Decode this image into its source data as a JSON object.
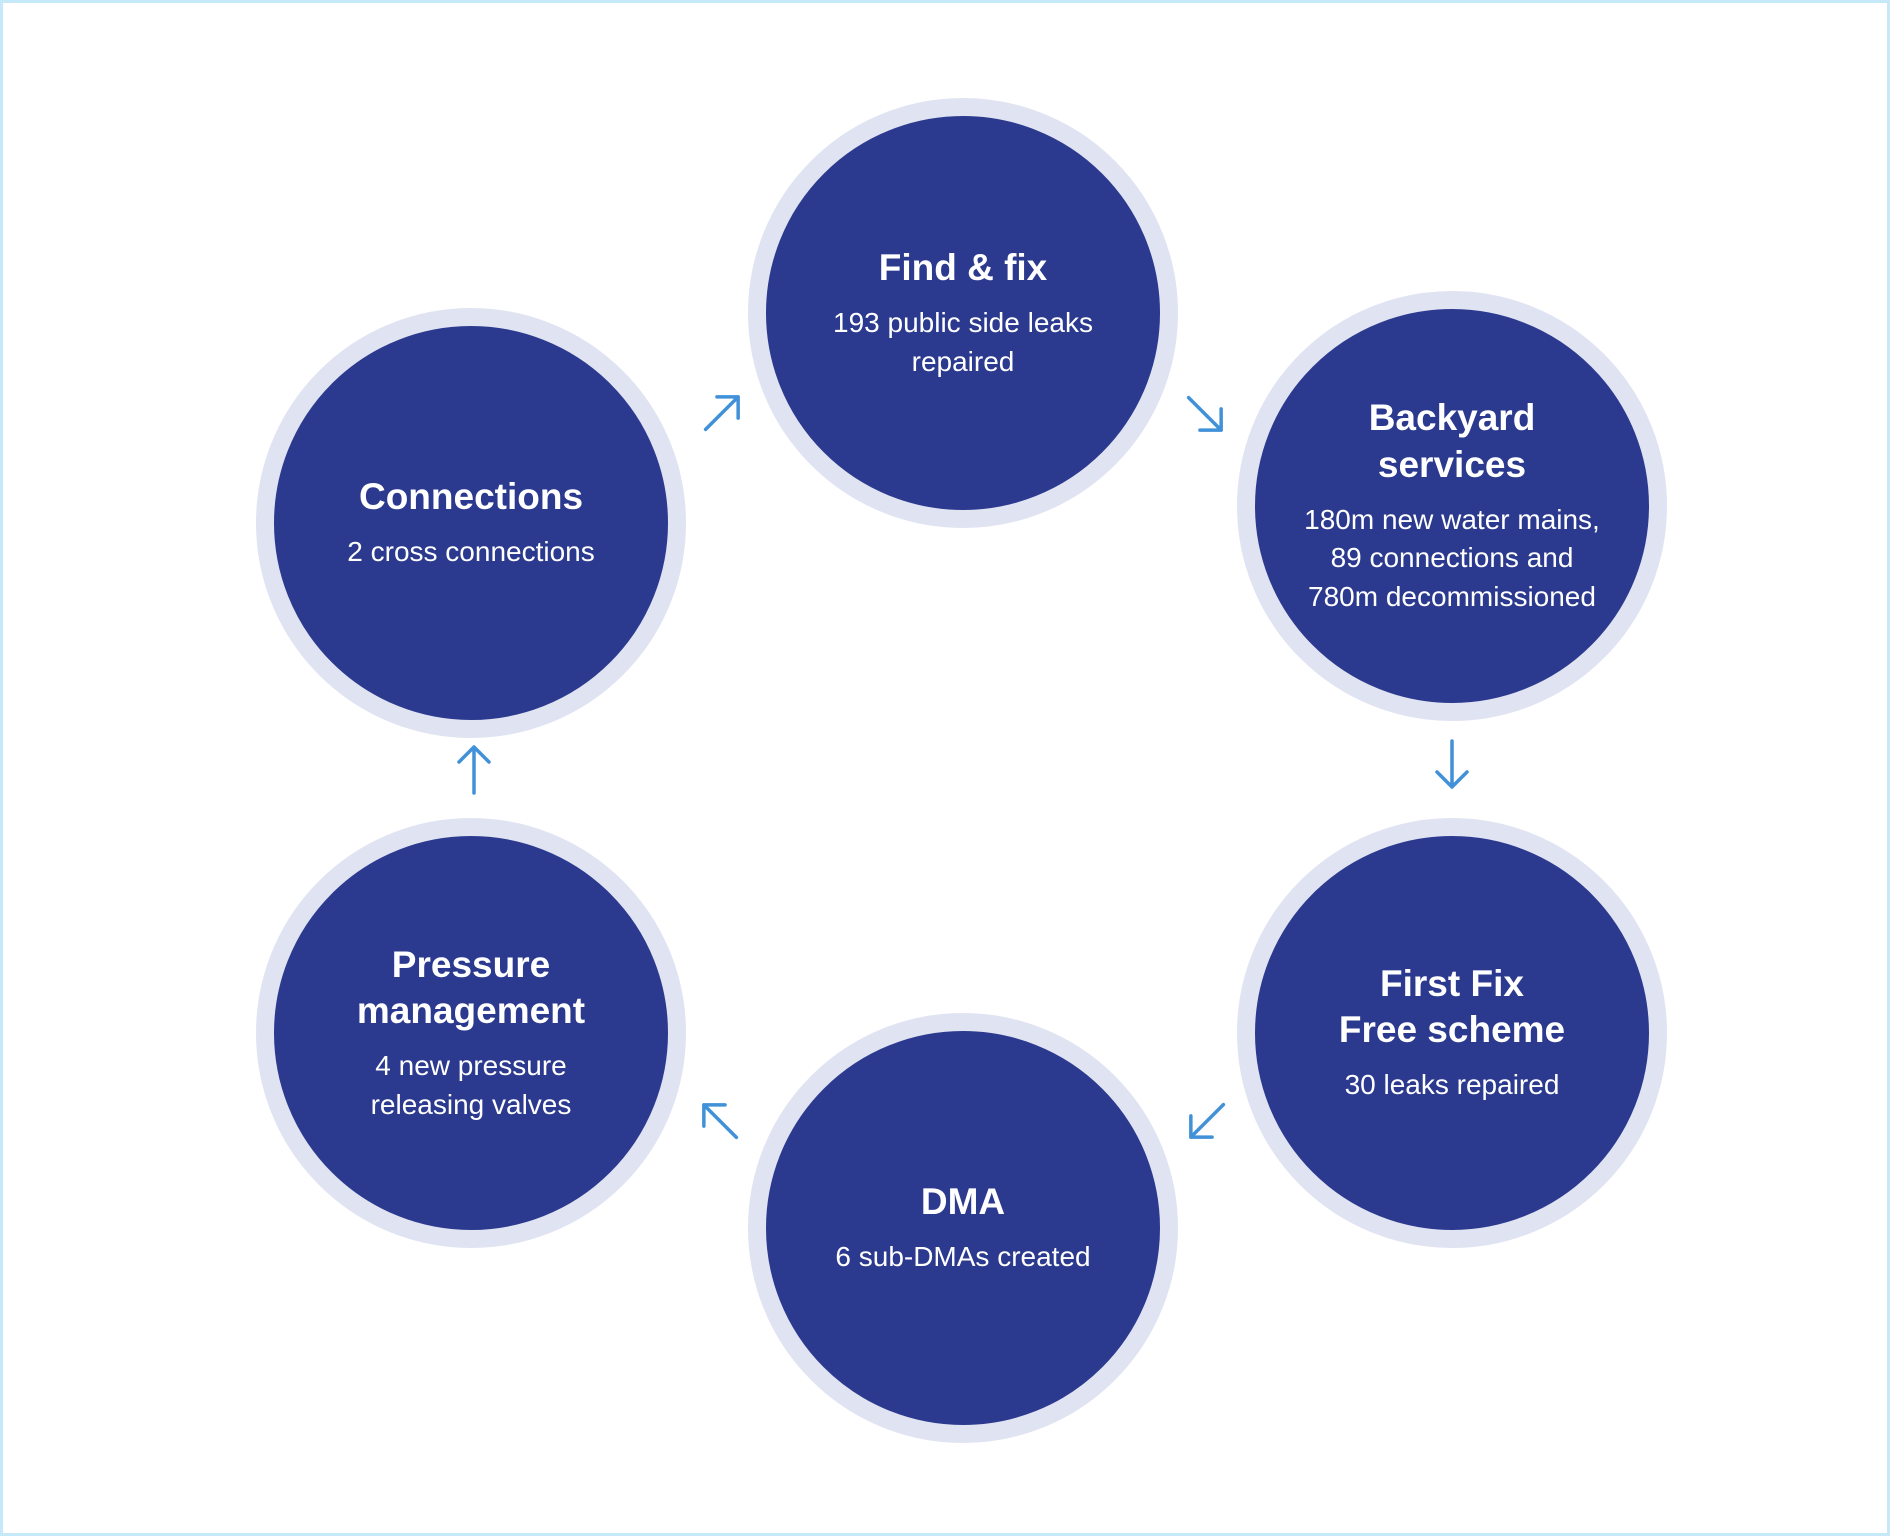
{
  "diagram": {
    "type": "cycle",
    "nodes": [
      {
        "id": "find-fix",
        "title": "Find & fix",
        "description": "193 public side leaks\nrepaired"
      },
      {
        "id": "backyard-services",
        "title": "Backyard\nservices",
        "description": "180m new water mains,\n89 connections and\n780m decommissioned"
      },
      {
        "id": "first-fix-free",
        "title": "First Fix\nFree scheme",
        "description": "30 leaks repaired"
      },
      {
        "id": "dma",
        "title": "DMA",
        "description": "6 sub-DMAs created"
      },
      {
        "id": "pressure-management",
        "title": "Pressure\nmanagement",
        "description": "4 new pressure\nreleasing valves"
      },
      {
        "id": "connections",
        "title": "Connections",
        "description": "2 cross connections"
      }
    ],
    "icons": {
      "arrow_up_right": "↗",
      "arrow_down_right": "↘",
      "arrow_down": "↓",
      "arrow_down_left": "↙",
      "arrow_up_left": "↖",
      "arrow_up": "↑"
    },
    "colors": {
      "circle_fill": "#2b3a8e",
      "circle_ring": "#e0e3f2",
      "arrow": "#4191d9",
      "frame_border": "#c6e9f9",
      "text": "#ffffff"
    }
  }
}
